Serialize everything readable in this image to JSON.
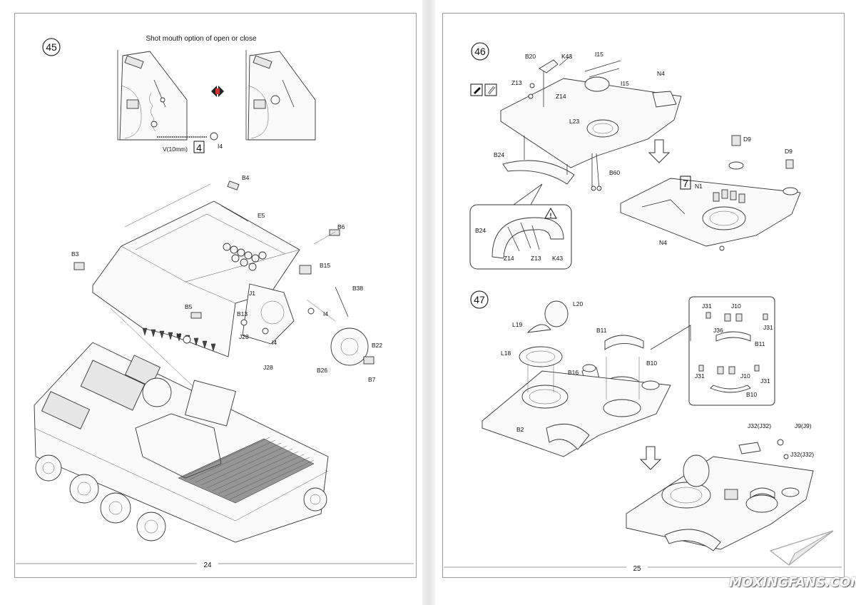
{
  "pages": {
    "left": {
      "page_number": "24",
      "step45": {
        "number": "45",
        "caption": "Shot mouth option of open or close",
        "v_label": "V(10mm)",
        "v_count": "4",
        "parts": [
          "I4",
          "B4",
          "E5",
          "B6",
          "B3",
          "B15",
          "B38",
          "J1",
          "B5",
          "B13",
          "I4",
          "I4",
          "J28",
          "I4",
          "J28",
          "B22",
          "B26",
          "B7"
        ]
      }
    },
    "right": {
      "page_number": "25",
      "step46": {
        "number": "46",
        "parts_top": [
          "B20",
          "K43",
          "I15",
          "I15",
          "N4",
          "Z13",
          "Z14",
          "L23",
          "B24",
          "B60"
        ],
        "detail_parts": [
          "B24",
          "Z14",
          "Z13",
          "K43"
        ],
        "lower_parts": [
          "D9",
          "D9",
          "N1",
          "N4"
        ],
        "count": "7"
      },
      "step47": {
        "number": "47",
        "parts": [
          "L20",
          "L19",
          "B11",
          "L18",
          "B16",
          "B10",
          "B2"
        ],
        "detail_parts": [
          "J31",
          "J10",
          "J31",
          "J36",
          "B11",
          "J31",
          "J10",
          "J31",
          "B10"
        ],
        "lower_parts": [
          "J32(J32)",
          "J9(J9)",
          "J32(J32)"
        ]
      }
    }
  },
  "watermark": "MOXINGFANS.COM"
}
